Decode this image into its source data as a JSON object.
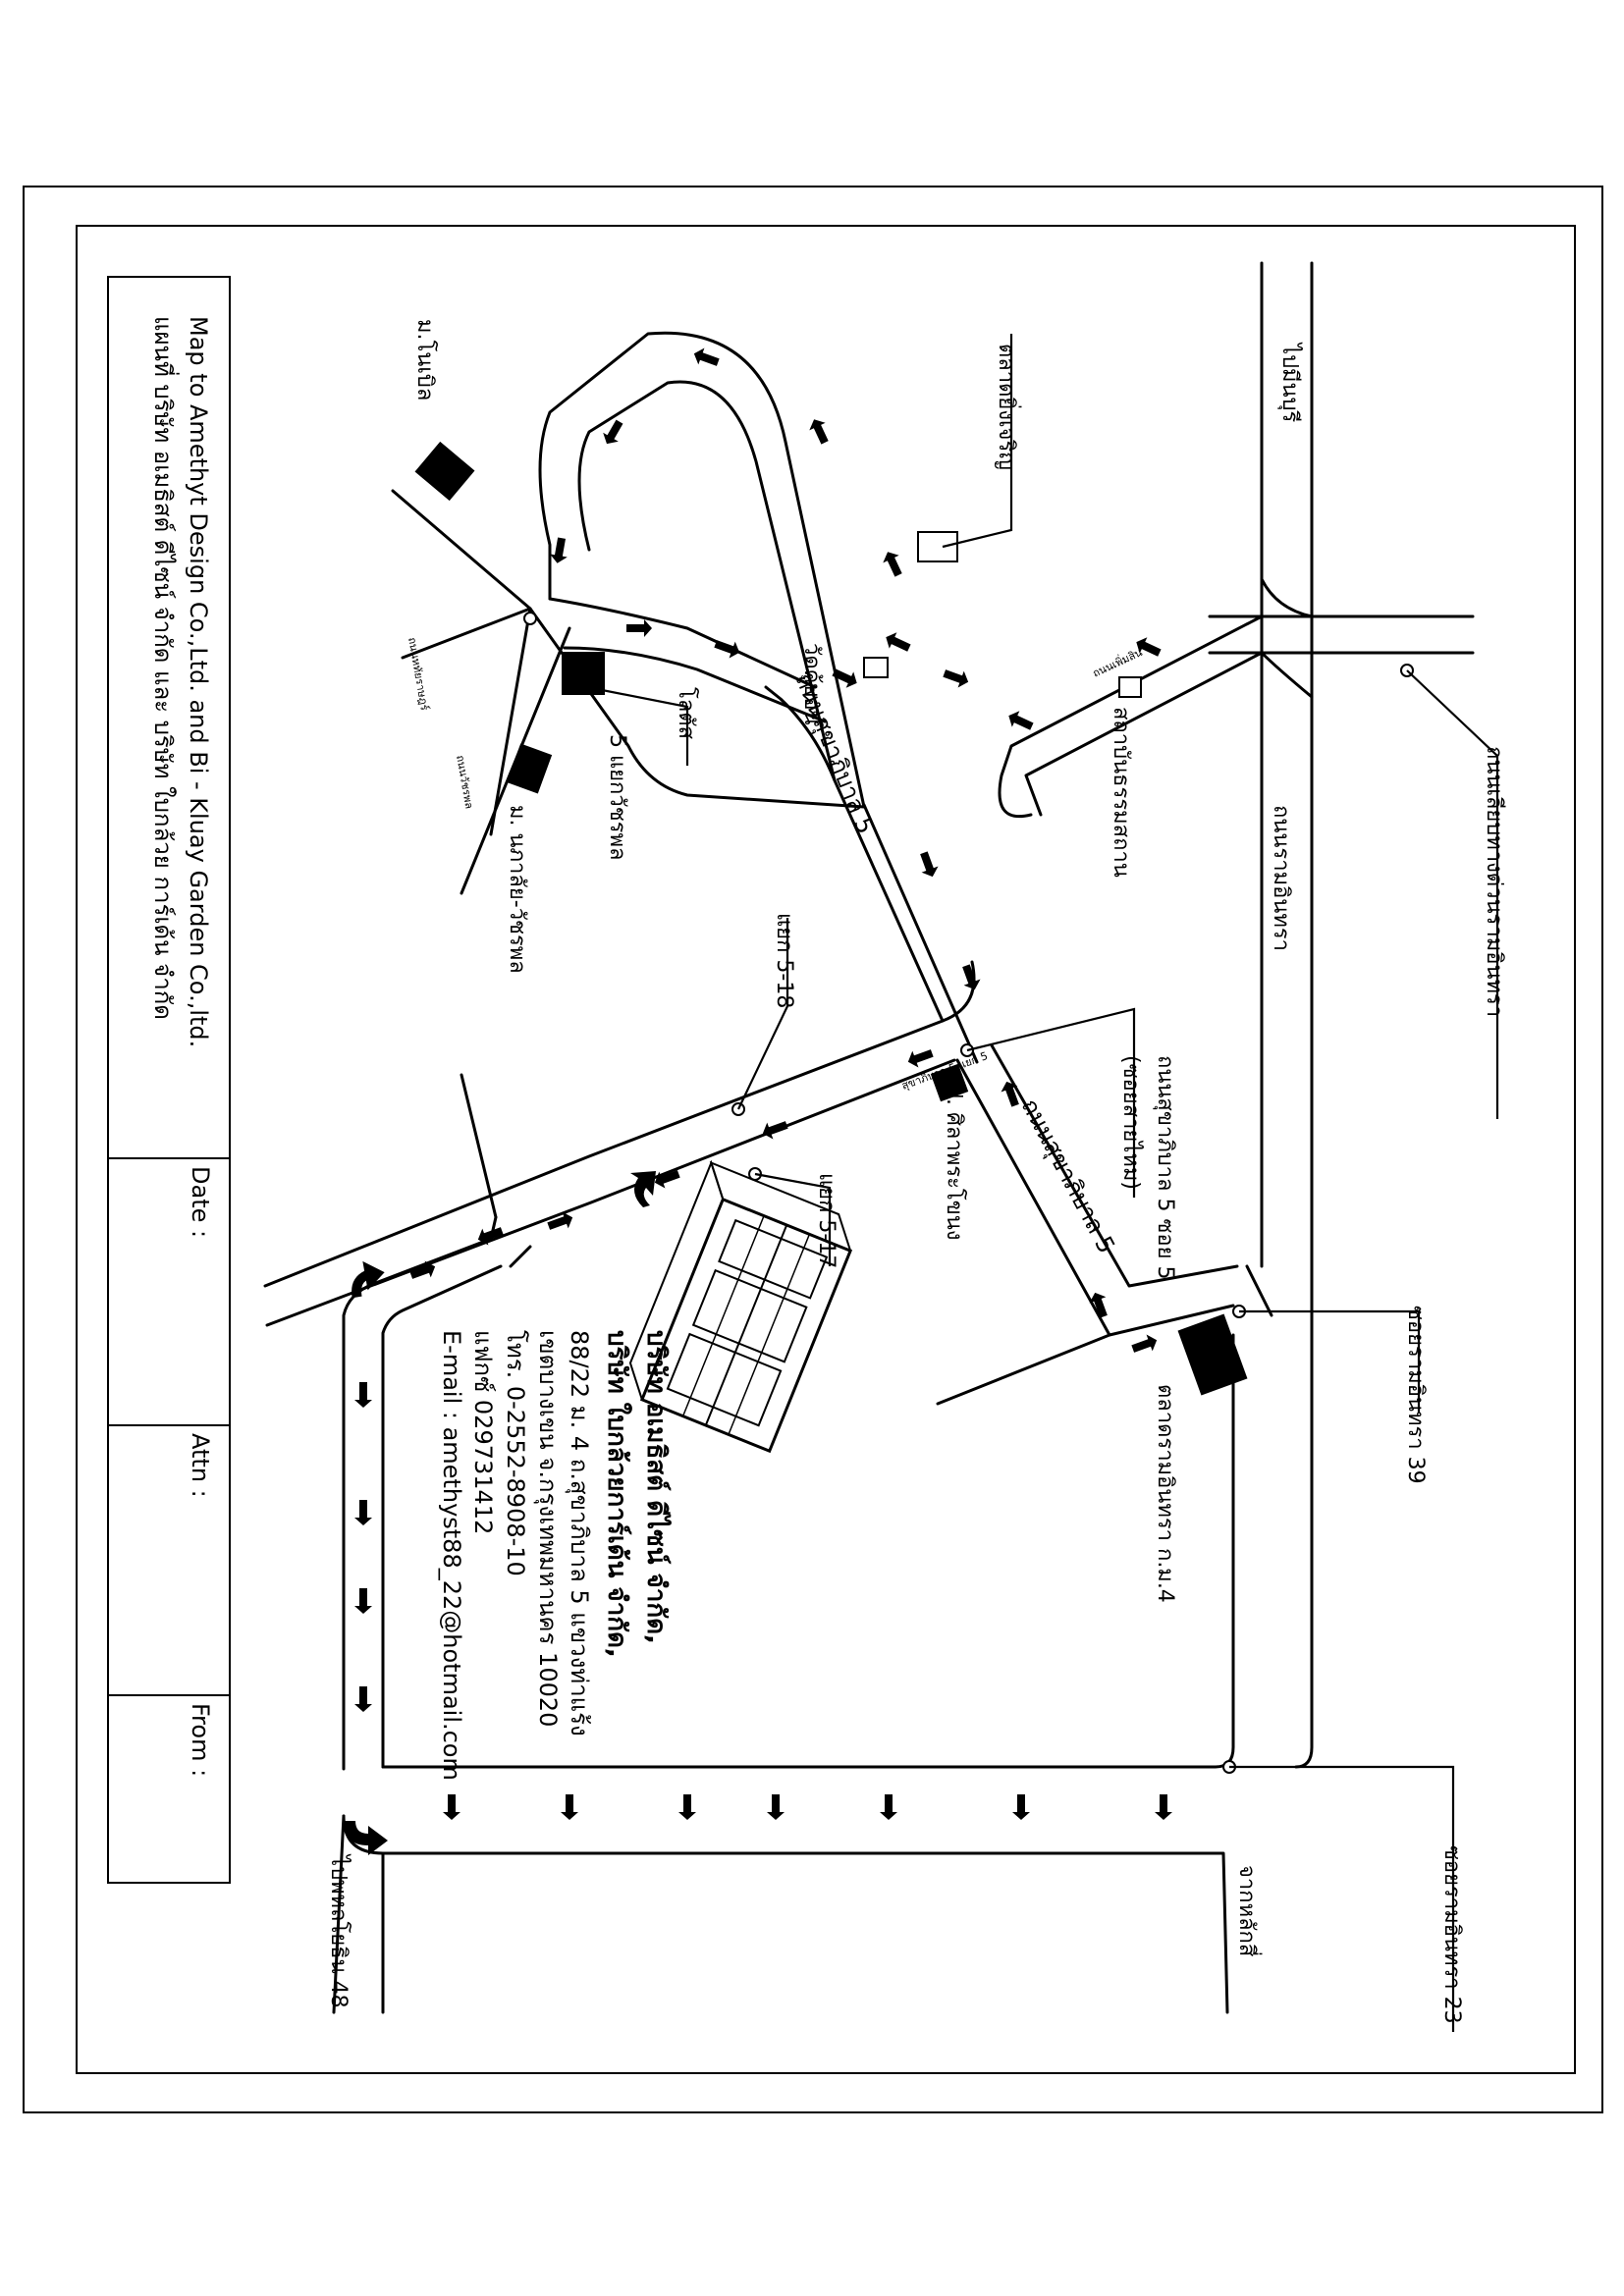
{
  "title_block": {
    "title_en": "Map to Amethyt Design Co.,Ltd. and Bi - Kluay Garden Co.,ltd.",
    "title_th": "แผนที่ บริษัท อเมธิสต์ ดีไซน์ จำกัด และ บริษัท ใบกล้วย การ์เด้น จำกัด",
    "date_label": "Date :",
    "attn_label": "Attn :",
    "from_label": "From :"
  },
  "company": {
    "line1": "บริษัท อเมธิสต์ ดีไซน์ จำกัด,",
    "line2": "บริษัท ใบกล้วยการ์เด้น จำกัด,",
    "line3": "88/22 ม. 4 ถ.สุขาภิบาล 5 แขวงท่าแร้ง",
    "line4": "เขตบางเขน จ.กรุงเทพมหานคร 10020",
    "phone": "โทร. 0-2552-8908-10",
    "fax": "แฟกซ์ 029731412",
    "email": "E-mail : amethyst88_22@hotmail.com"
  },
  "labels": {
    "min_buri": "ไปมีนบุรี",
    "talad_yingcharoen": "ตลาดยิ่งเจริญ",
    "watpleng": "วัดคู้บอน",
    "mu_nobel": "ม.โนเบิล",
    "lotus": "โลตัส",
    "yaek_watplang": "5 แยกวัชรพล",
    "mu_nakarin": "ม. นภาลัย-วัชรพล",
    "sukhaphiban5_upper": "ถนนสุขาภิบาล 5",
    "soi_5_18": "แยก 5-18",
    "soi_5_17": "แยก 5-17",
    "pump": "ป. ศิลาพระโขนง",
    "sukhaphiban5_lower": "ถนนสุขาภิบาล 5",
    "soi_sukhaphiban5_soi5": "ถนนสุขาภิบาล 5 ซอย 5",
    "soi_sub": "(ซอยสายไหม)",
    "sewing": "สถาบันธรรมสถาน",
    "ramintra_road": "ถนนรามอินทรา",
    "expressway": "ถนนเลียบทางด่วนรามอินทรา",
    "talad_ramintra": "ตลาดรามอินทรา ก.ม.4",
    "soi_ram39": "ซอยรามอินทรา 39",
    "soi_ram23": "ซอยรามอินทรา 23",
    "from_laksi": "จากหลักสี่",
    "to_phahon": "ไปพหลโยธิน 48",
    "small_soi": "ถนนวัชรพล",
    "small_soi2": "ถนนหทัยราษฎร์",
    "small_soi3": "สุขาภิบาล 5 แยก 5",
    "small_soi4": "ถนนเพิ่มสิน"
  }
}
